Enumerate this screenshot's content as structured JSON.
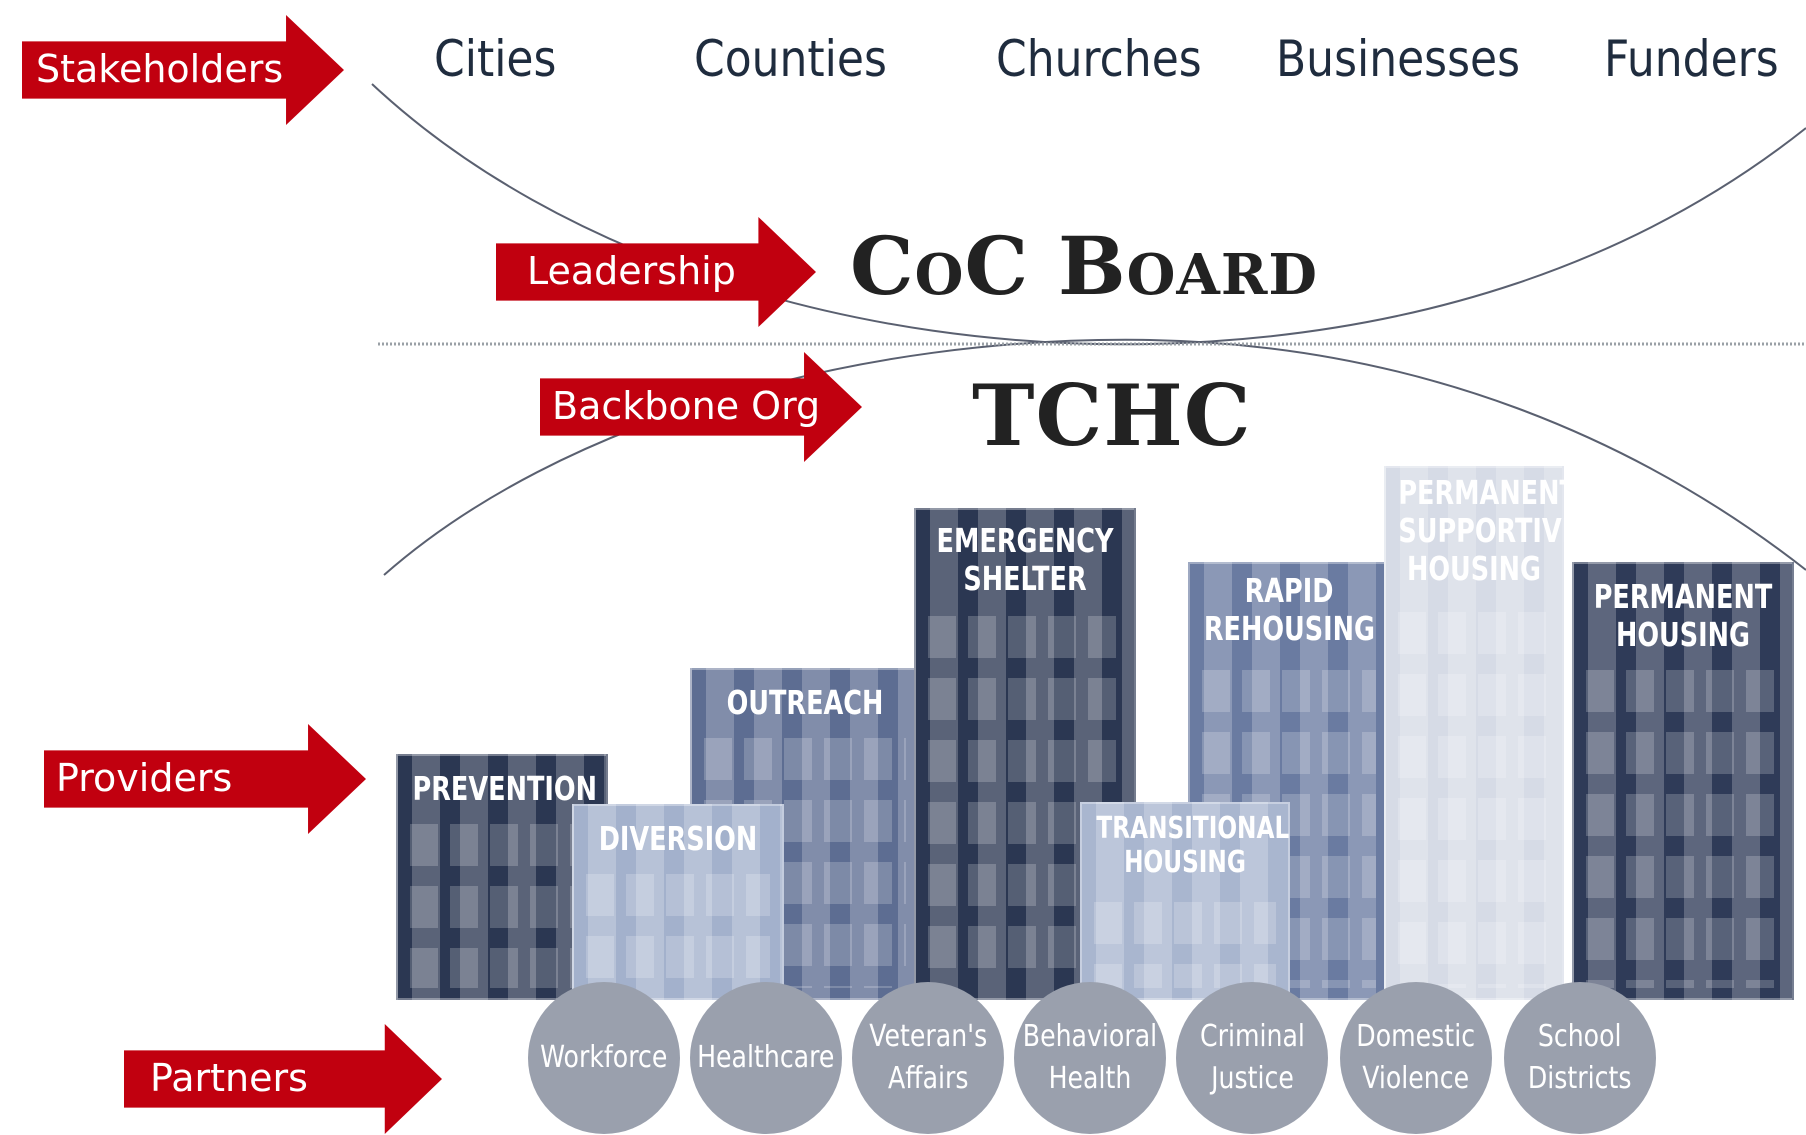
{
  "arrows": {
    "stakeholders": "Stakeholders",
    "leadership": "Leadership",
    "backbone": "Backbone Org",
    "providers": "Providers",
    "partners": "Partners"
  },
  "stakeholders": [
    "Cities",
    "Counties",
    "Churches",
    "Businesses",
    "Funders"
  ],
  "leadership_title": "CoC Board",
  "backbone_title": "TCHC",
  "providers": {
    "prevention": "PREVENTION",
    "diversion": "DIVERSION",
    "outreach": "OUTREACH",
    "emergency_shelter": "EMERGENCY\nSHELTER",
    "transitional_housing": "TRANSITIONAL\nHOUSING",
    "rapid_rehousing": "RAPID\nREHOUSING",
    "permanent_supportive_housing": "PERMANENT\nSUPPORTIVE\nHOUSING",
    "permanent_housing": "PERMANENT\nHOUSING"
  },
  "partners": [
    "Workforce",
    "Healthcare",
    "Veteran's\nAffairs",
    "Behavioral\nHealth",
    "Criminal\nJustice",
    "Domestic\nViolence",
    "School\nDistricts"
  ],
  "colors": {
    "arrow_red": "#c1000f",
    "dark_navy": "#2b3752",
    "mid_blue": "#5d6d92",
    "light_blue": "#a3b1cc",
    "pale": "#d6dbe6",
    "partner_gray": "#9aa0ad"
  }
}
